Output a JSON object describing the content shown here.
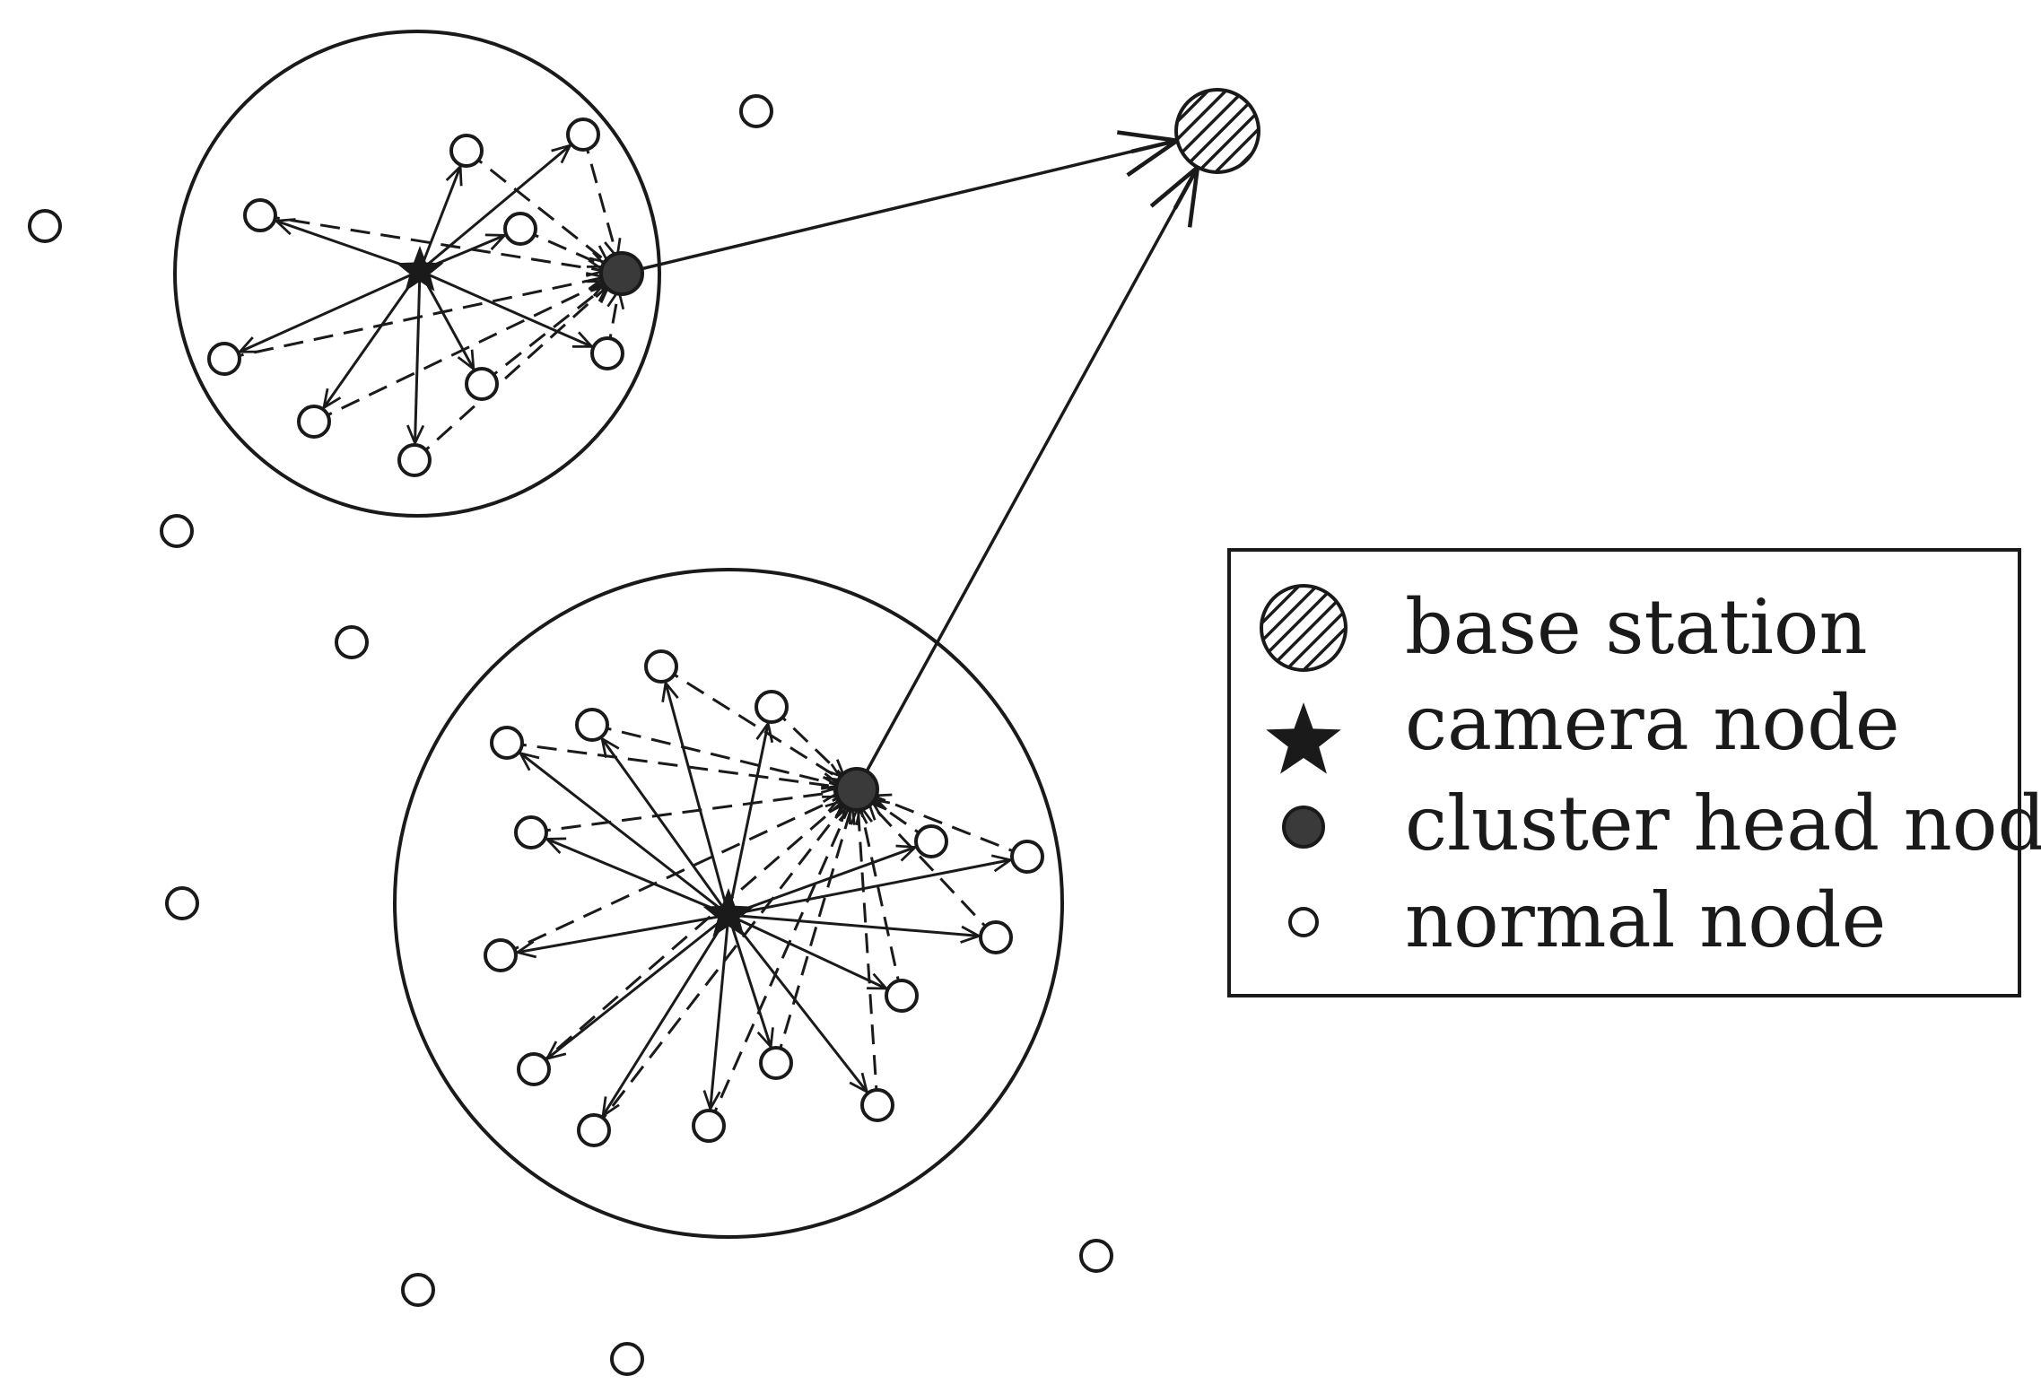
{
  "legend": {
    "items": [
      {
        "key": "base_station",
        "label": "base station",
        "icon": "hatched-circle-icon"
      },
      {
        "key": "camera_node",
        "label": "camera node",
        "icon": "star-icon"
      },
      {
        "key": "cluster_head_node",
        "label": "cluster head node",
        "icon": "filled-circle-icon"
      },
      {
        "key": "normal_node",
        "label": "normal node",
        "icon": "open-circle-icon"
      }
    ]
  },
  "colors": {
    "stroke": "#1a1a1a",
    "cluster_head_fill": "#3a3a3a",
    "background": "#ffffff"
  },
  "edge_styles": [
    "solid arrow (camera node to normal node)",
    "dashed arrow (normal node to cluster head node)",
    "solid arrow (cluster head node to base station)"
  ]
}
